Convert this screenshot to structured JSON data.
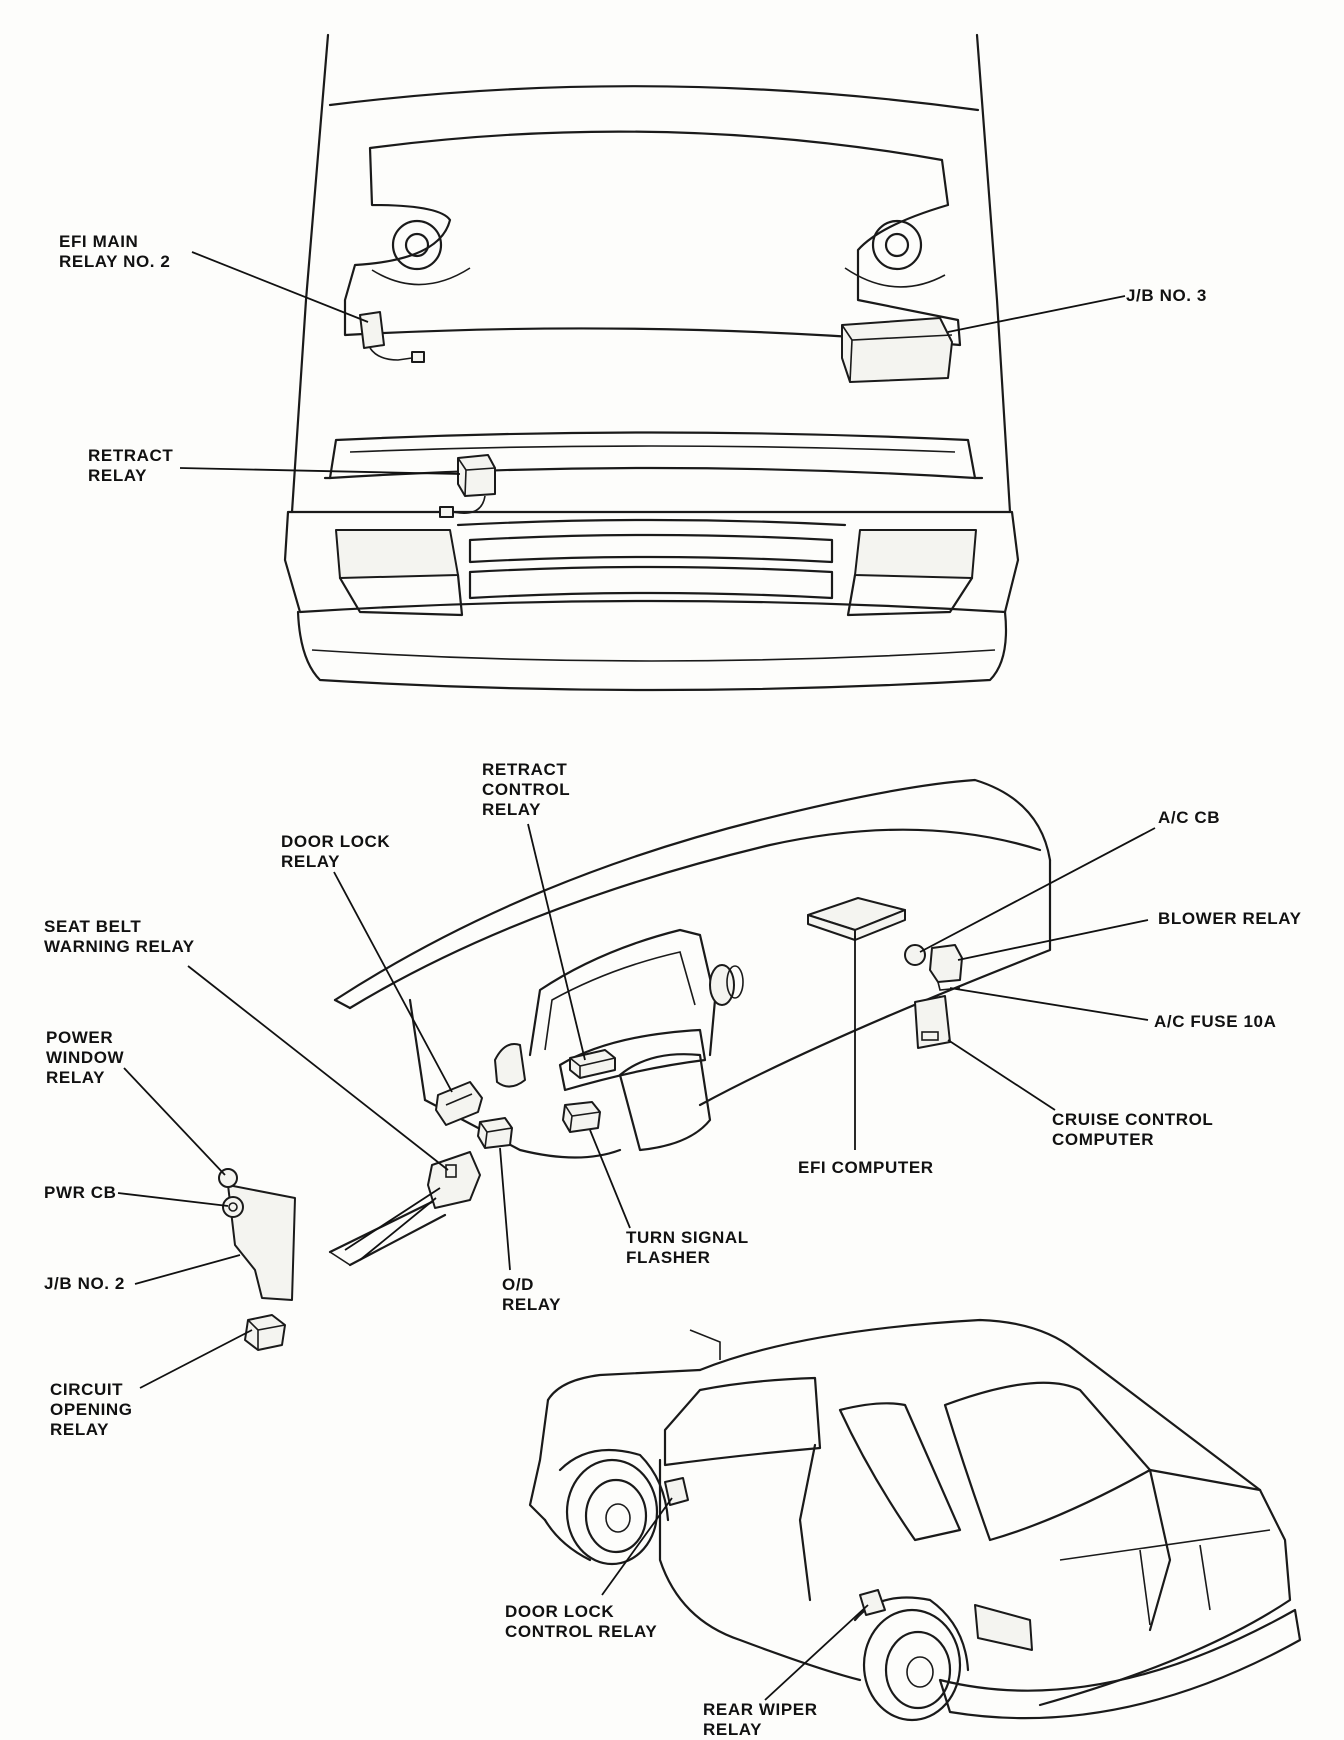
{
  "labels": {
    "efi_main_relay": [
      "EFI MAIN",
      "RELAY NO. 2"
    ],
    "jb_no3": [
      "J/B NO. 3"
    ],
    "retract_relay": [
      "RETRACT",
      "RELAY"
    ],
    "retract_control_relay": [
      "RETRACT",
      "CONTROL",
      "RELAY"
    ],
    "door_lock_relay": [
      "DOOR LOCK",
      "RELAY"
    ],
    "ac_cb": [
      "A/C CB"
    ],
    "seat_belt_warning_relay": [
      "SEAT BELT",
      "WARNING RELAY"
    ],
    "blower_relay": [
      "BLOWER RELAY"
    ],
    "power_window_relay": [
      "POWER",
      "WINDOW",
      "RELAY"
    ],
    "ac_fuse": [
      "A/C FUSE 10A"
    ],
    "cruise_control_computer": [
      "CRUISE CONTROL",
      "COMPUTER"
    ],
    "pwr_cb": [
      "PWR CB"
    ],
    "efi_computer": [
      "EFI COMPUTER"
    ],
    "turn_signal_flasher": [
      "TURN SIGNAL",
      "FLASHER"
    ],
    "jb_no2": [
      "J/B NO. 2"
    ],
    "od_relay": [
      "O/D",
      "RELAY"
    ],
    "circuit_opening_relay": [
      "CIRCUIT",
      "OPENING",
      "RELAY"
    ],
    "door_lock_control_relay": [
      "DOOR LOCK",
      "CONTROL RELAY"
    ],
    "rear_wiper_relay": [
      "REAR WIPER",
      "RELAY"
    ]
  }
}
